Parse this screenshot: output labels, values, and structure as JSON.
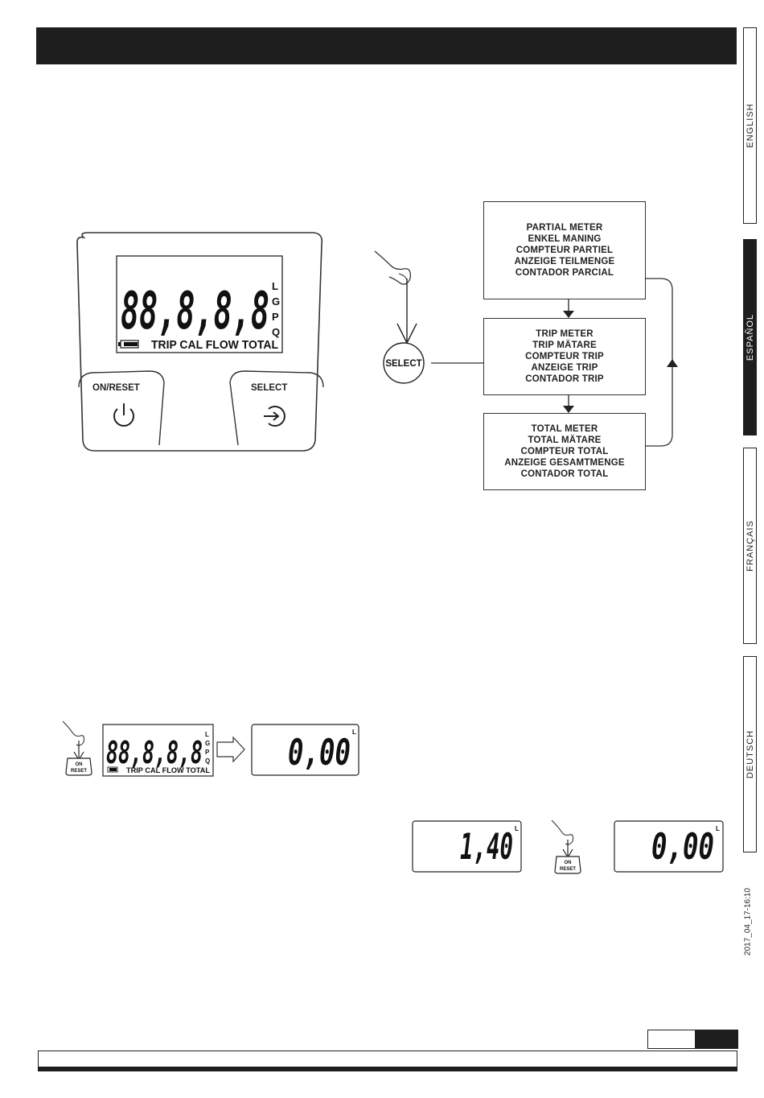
{
  "side_tabs": [
    {
      "label": "ENGLISH",
      "active": false
    },
    {
      "label": "ESPAÑOL",
      "active": true
    },
    {
      "label": "FRANÇAIS",
      "active": false
    },
    {
      "label": "DEUTSCH",
      "active": false
    }
  ],
  "datestamp": "2017_04_17-16:10",
  "device": {
    "display_digits": "88,8,8,8",
    "units": [
      "L",
      "G",
      "P",
      "Q"
    ],
    "indicators": "TRIP CAL FLOW TOTAL",
    "left_button_label": "ON/RESET",
    "right_button_label": "SELECT"
  },
  "flow": {
    "select_label": "SELECT",
    "boxes": [
      {
        "lines": [
          "PARTIAL METER",
          "ENKEL MANING",
          "COMPTEUR PARTIEL",
          "ANZEIGE TEILMENGE",
          "CONTADOR PARCIAL"
        ]
      },
      {
        "lines": [
          "TRIP METER",
          "TRIP MÄTARE",
          "COMPTEUR TRIP",
          "ANZEIGE TRIP",
          "CONTADOR TRIP"
        ]
      },
      {
        "lines": [
          "TOTAL METER",
          "TOTAL MÄTARE",
          "COMPTEUR TOTAL",
          "ANZEIGE GESAMTMENGE",
          "CONTADOR TOTAL"
        ]
      }
    ]
  },
  "startup_sequence": {
    "button_label_line1": "ON",
    "button_label_line2": "RESET",
    "test_digits": "88,8,8,8",
    "test_units": [
      "L",
      "G",
      "P",
      "Q"
    ],
    "test_indicators": "TRIP CAL FLOW TOTAL",
    "result_value": "0,00",
    "result_unit": "L"
  },
  "reset_sequence": {
    "before_value": "1,40",
    "before_unit": "L",
    "button_label_line1": "ON",
    "button_label_line2": "RESET",
    "after_value": "0,00",
    "after_unit": "L"
  }
}
